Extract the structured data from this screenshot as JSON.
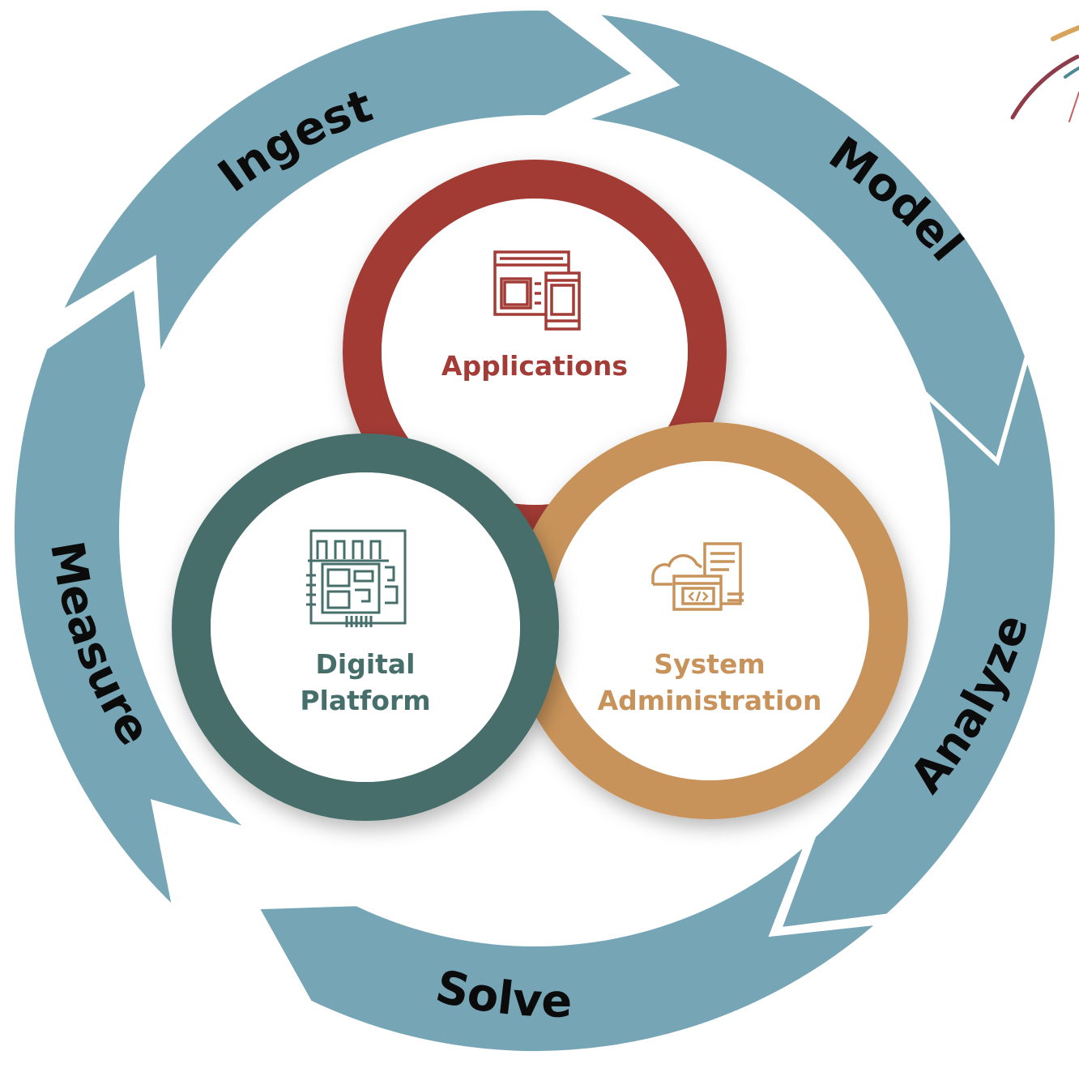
{
  "cycle": {
    "ring_color": "#76a6b6",
    "label_color": "#0b0b0b",
    "stages": [
      {
        "label": "Ingest"
      },
      {
        "label": "Model"
      },
      {
        "label": "Analyze"
      },
      {
        "label": "Solve"
      },
      {
        "label": "Measure"
      }
    ]
  },
  "circles": {
    "applications": {
      "line1": "Applications",
      "color": "#a33b36",
      "icon": "application-windows-icon"
    },
    "digital_platform": {
      "line1": "Digital",
      "line2": "Platform",
      "color": "#466e6a",
      "icon": "circuit-board-icon"
    },
    "system_administration": {
      "line1": "System",
      "line2": "Administration",
      "color": "#c8935a",
      "icon": "cloud-server-code-icon"
    }
  },
  "decoration": {
    "brush_colors": [
      "#8e3b4a",
      "#d8a35a",
      "#4a8a94",
      "#c96060"
    ]
  }
}
